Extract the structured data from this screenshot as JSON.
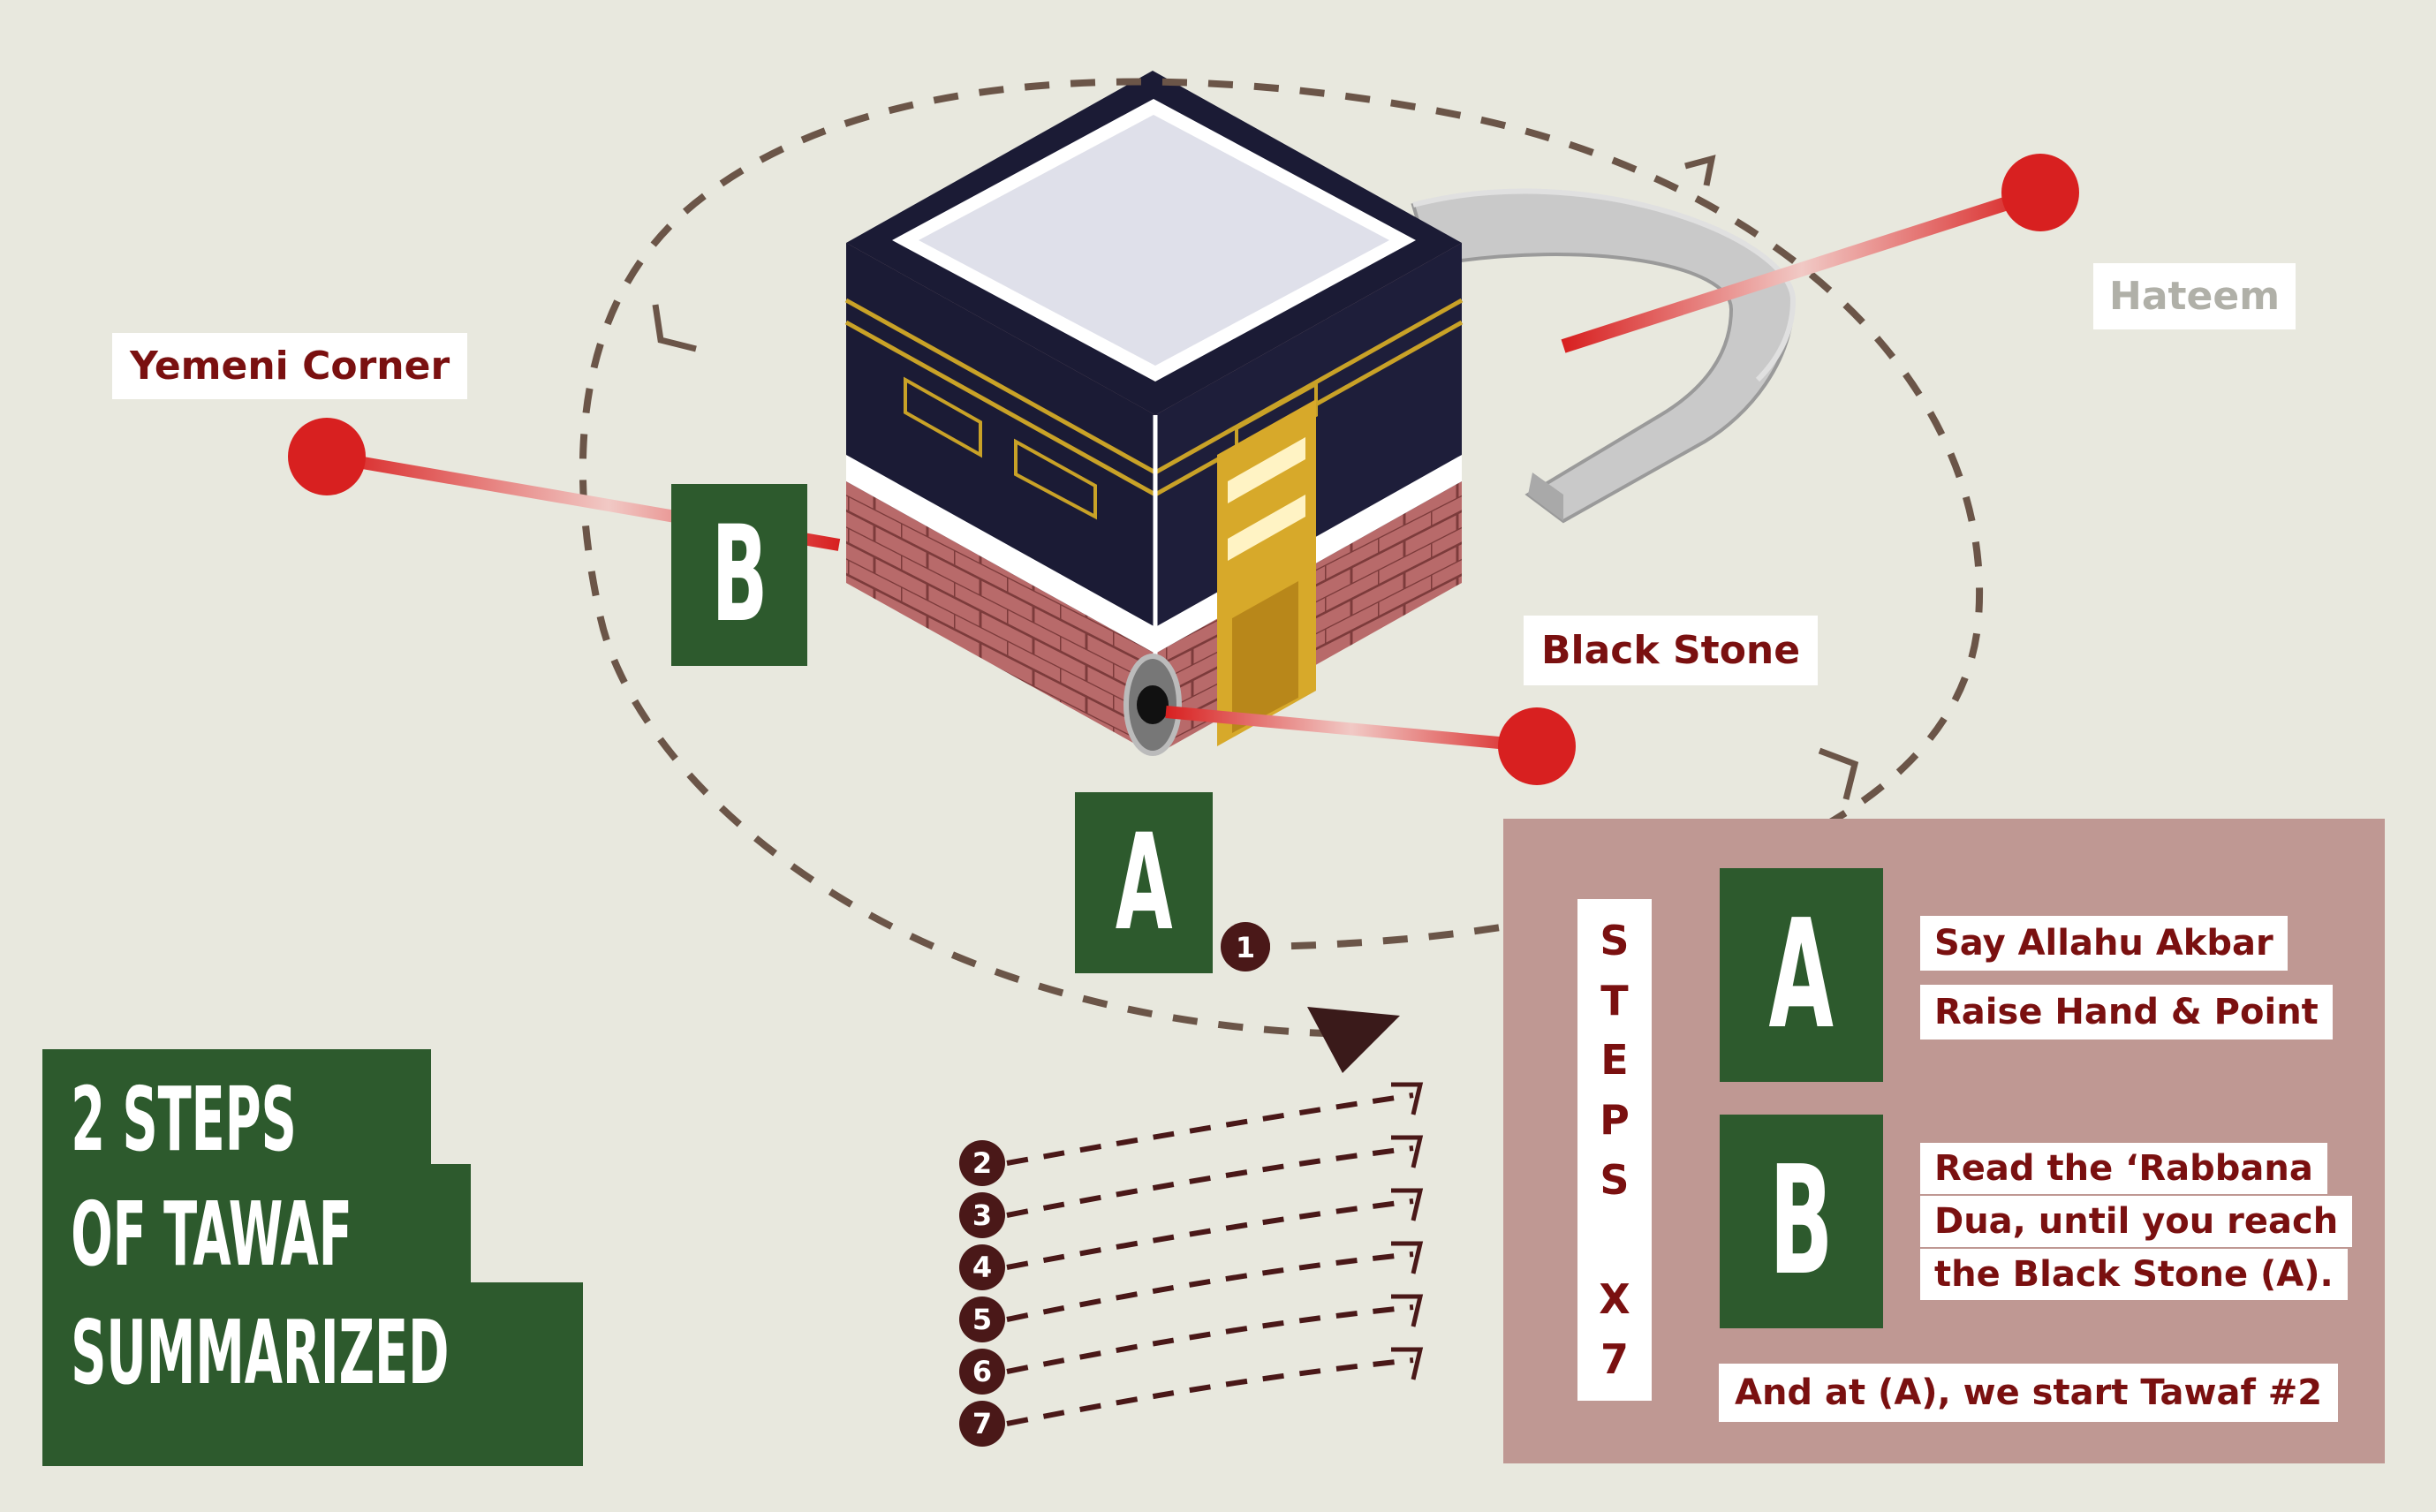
{
  "title": {
    "line1": "2 STEPS",
    "line2": "OF TAWAF",
    "line3": "SUMMARIZED"
  },
  "labels": {
    "yemeni_corner": "Yemeni Corner",
    "hateem": "Hateem",
    "black_stone": "Black Stone"
  },
  "markers": {
    "a": "A",
    "b": "B"
  },
  "circuit_numbers": [
    "1",
    "2",
    "3",
    "4",
    "5",
    "6",
    "7"
  ],
  "steps_panel": {
    "vertical_title": [
      "S",
      "T",
      "E",
      "P",
      "S",
      "",
      "X",
      "7"
    ],
    "step_a": {
      "letter": "A",
      "lines": [
        "Say Allahu Akbar",
        "Raise Hand & Point"
      ]
    },
    "step_b": {
      "letter": "B",
      "lines": [
        "Read the ‘Rabbana",
        "Dua, until you reach",
        "the Black Stone (A)."
      ]
    },
    "footer": "And at (A), we start Tawaf #2"
  },
  "colors": {
    "background": "#e8e8de",
    "green": "#2d5a2d",
    "maroon": "#7a1010",
    "red_dot": "#d82020",
    "panel": "#bf9893",
    "path": "#6b5548",
    "number_circle": "#4a1818"
  }
}
